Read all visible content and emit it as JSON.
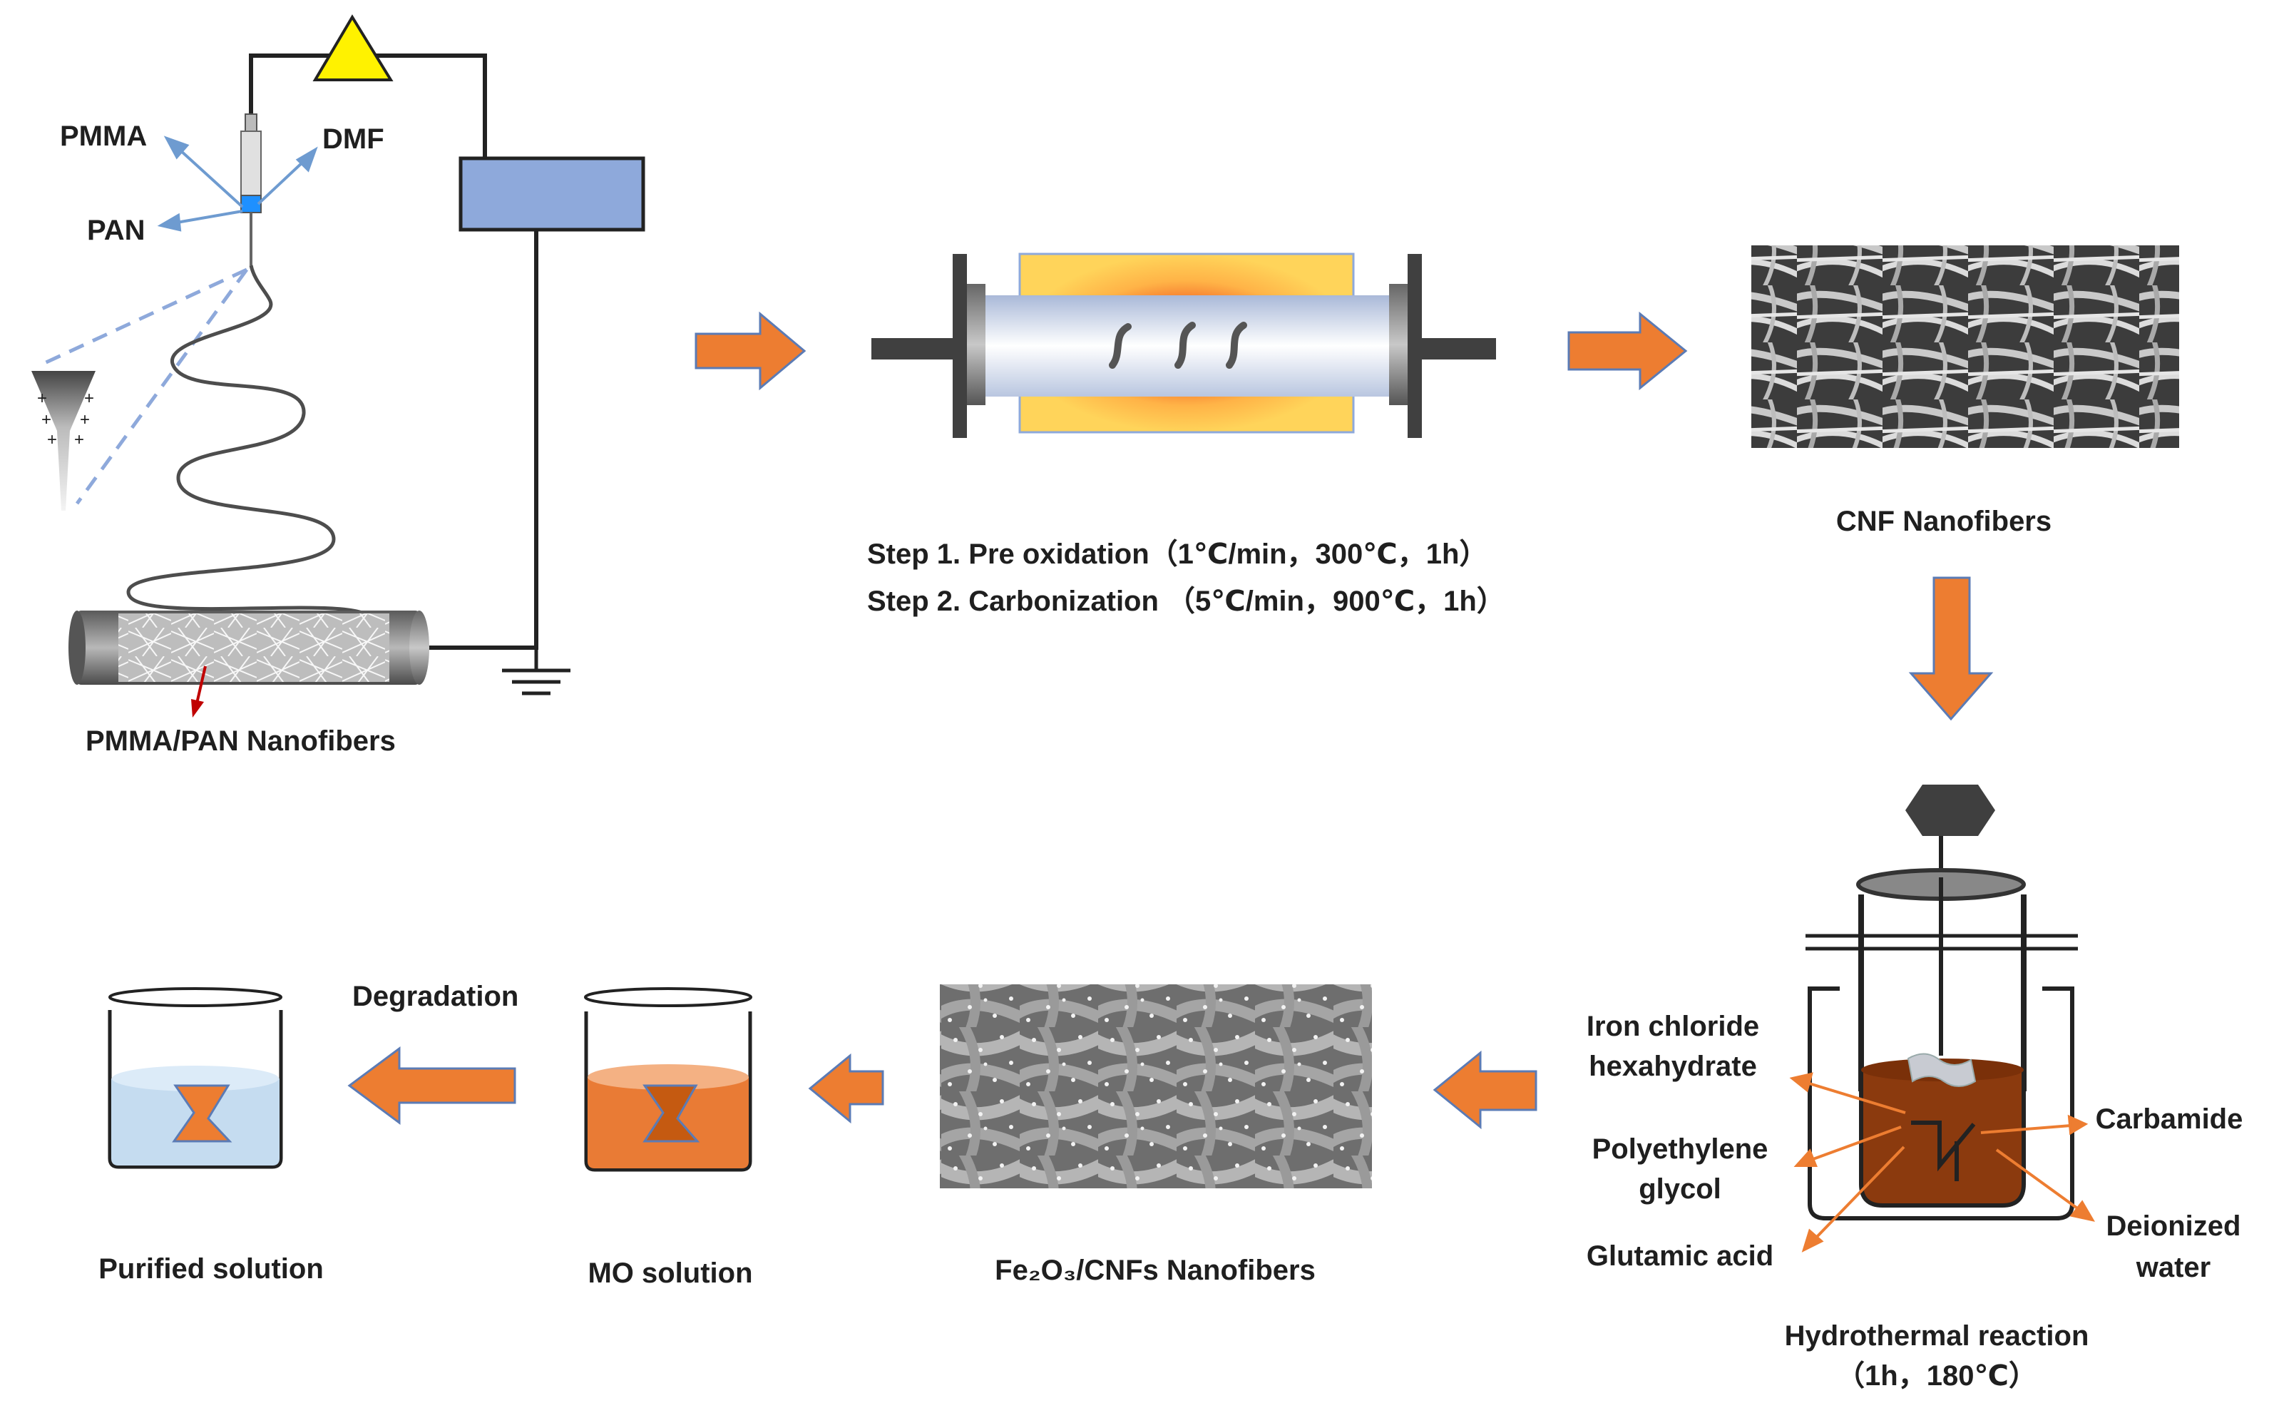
{
  "electrospinning": {
    "pmma": "PMMA",
    "dmf": "DMF",
    "pan": "PAN",
    "fibers_label": "PMMA/PAN Nanofibers"
  },
  "furnace": {
    "step1": "Step 1. Pre oxidation（1℃/min，300℃，1h）",
    "step2": "Step 2. Carbonization （5℃/min，900℃，1h）"
  },
  "cnf_label": "CNF Nanofibers",
  "hydrothermal": {
    "iron_chloride_line1": "Iron chloride",
    "iron_chloride_line2": "hexahydrate",
    "peg_line1": "Polyethylene",
    "peg_line2": "glycol",
    "glutamic": "Glutamic acid",
    "carbamide": "Carbamide",
    "water_line1": "Deionized",
    "water_line2": "water",
    "title": "Hydrothermal reaction",
    "conditions": "（1h，180℃）"
  },
  "composite_label": "Fe₂O₃/CNFs Nanofibers",
  "mo_label": "MO solution",
  "degradation_label": "Degradation",
  "purified_label": "Purified solution",
  "colors": {
    "arrow_fill": "#ED7D31",
    "arrow_stroke": "#5B7BB5",
    "box_blue": "#8EA9DB",
    "triangle": "#FFF200",
    "autoclave_liquid": "#8B3A0E",
    "mo_liquid": "#E97B35",
    "purified_liquid": "#C5DCF0",
    "pointer_blue": "#6E9BD0"
  }
}
